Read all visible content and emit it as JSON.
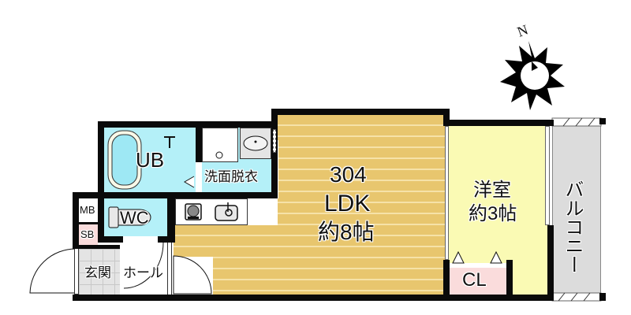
{
  "floorplan": {
    "unit_number": "304",
    "rooms": {
      "ldk": {
        "name": "LDK",
        "size": "約8帖"
      },
      "western_room": {
        "name": "洋室",
        "size": "約3帖"
      },
      "unit_bath": {
        "name": "UB"
      },
      "washroom": {
        "name": "洗面脱衣"
      },
      "toilet": {
        "name": "WC"
      },
      "meter_box": {
        "name": "MB"
      },
      "shoe_box": {
        "name": "SB"
      },
      "entrance": {
        "name": "玄関"
      },
      "hall": {
        "name": "ホール"
      },
      "closet": {
        "name": "CL"
      },
      "balcony": {
        "name": "バルコニー"
      }
    },
    "compass": {
      "label": "N"
    },
    "colors": {
      "wall": "#0a0a0a",
      "ldk_floor": "#e8c66e",
      "western_room": "#fafab4",
      "wet_area": "#b4f0f8",
      "closet": "#fadcdc",
      "shoe_box": "#fadcdc",
      "entrance_tile": "#e4e4e4",
      "balcony": "#dcdcdc"
    }
  }
}
